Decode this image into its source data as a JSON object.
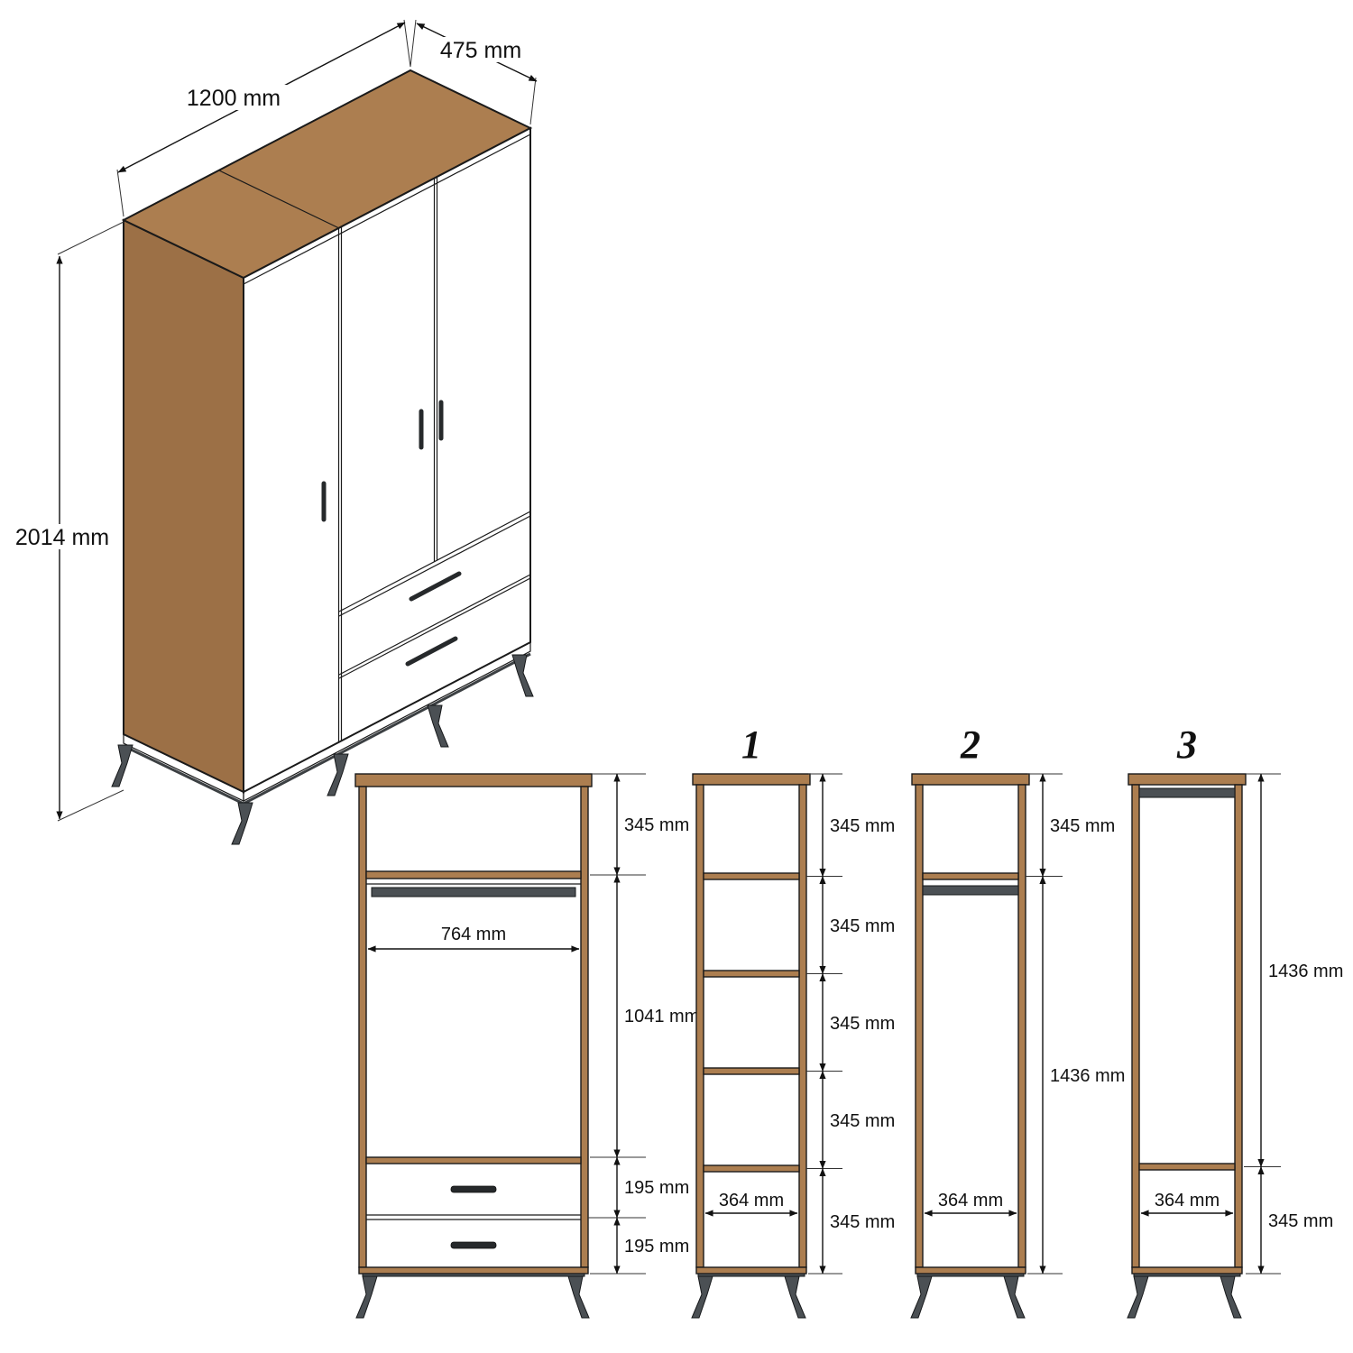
{
  "colors": {
    "walnut": "#AC7E50",
    "walnut_dark": "#9C7046",
    "metal": "#4B5054"
  },
  "isometric_view": {
    "depth_label": "475 mm",
    "width_label": "1200 mm",
    "height_label": "2014 mm"
  },
  "front_section_view": {
    "top_shelf_height": "345 mm",
    "rod_width": "764 mm",
    "hanging_space_height": "1041 mm",
    "drawer_1_height": "195 mm",
    "drawer_2_height": "195 mm"
  },
  "interior_option_1": {
    "label": "1",
    "shelf_heights": [
      "345 mm",
      "345 mm",
      "345 mm",
      "345 mm",
      "345 mm"
    ],
    "width_label": "364 mm"
  },
  "interior_option_2": {
    "label": "2",
    "top_shelf_height": "345 mm",
    "hanging_space_height": "1436 mm",
    "width_label": "364 mm"
  },
  "interior_option_3": {
    "label": "3",
    "hanging_space_height": "1436 mm",
    "bottom_shelf_height": "345 mm",
    "width_label": "364 mm"
  }
}
